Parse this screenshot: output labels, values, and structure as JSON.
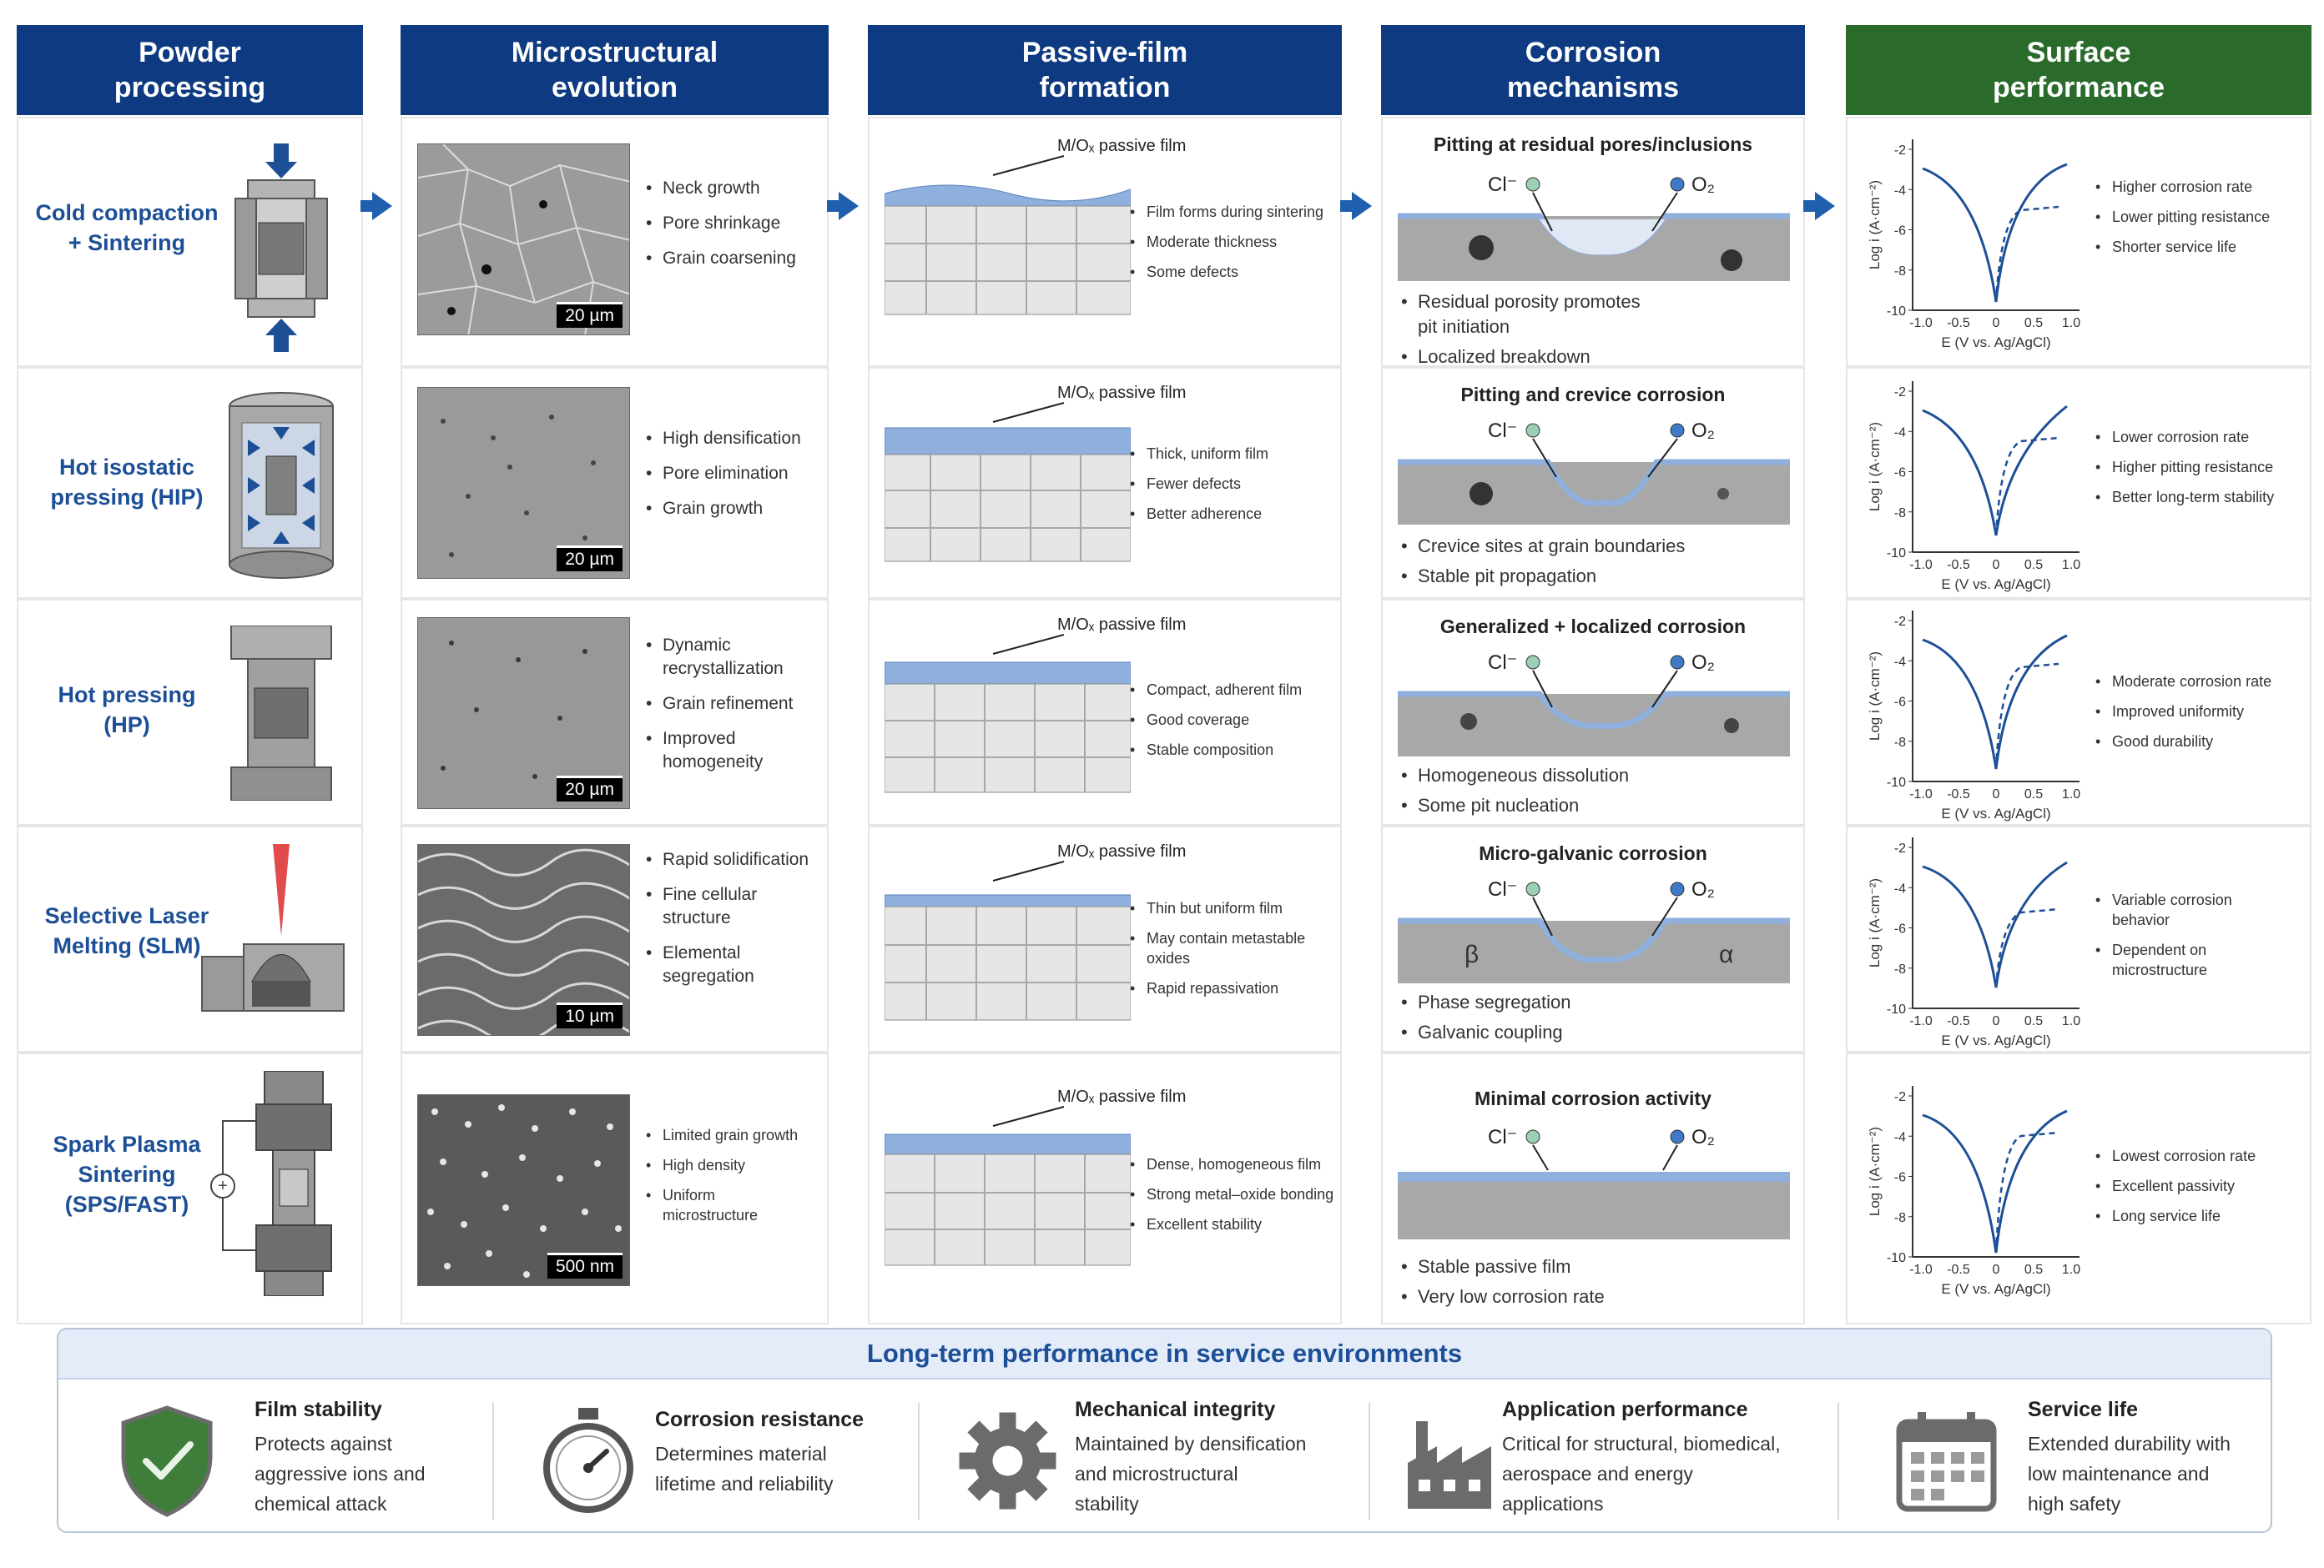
{
  "headers": {
    "powder": "Powder\nprocessing",
    "micro": "Microstructural\nevolution",
    "passive": "Passive-film\nformation",
    "corrosion": "Corrosion\nmechanisms",
    "surface": "Surface\nperformance"
  },
  "processes": [
    {
      "label": "Cold compaction\n+ Sintering"
    },
    {
      "label": "Hot isostatic\npressing (HIP)"
    },
    {
      "label": "Hot pressing\n(HP)"
    },
    {
      "label": "Selective Laser\nMelting (SLM)"
    },
    {
      "label": "Spark Plasma\nSintering\n(SPS/FAST)"
    }
  ],
  "microstructure": [
    {
      "scale": "20 µm",
      "bullets": [
        "Neck growth",
        "Pore shrinkage",
        "Grain coarsening"
      ]
    },
    {
      "scale": "20 µm",
      "bullets": [
        "High densification",
        "Pore elimination",
        "Grain growth"
      ]
    },
    {
      "scale": "20 µm",
      "bullets": [
        "Dynamic\nrecrystallization",
        "Grain refinement",
        "Improved\nhomogeneity"
      ]
    },
    {
      "scale": "10 µm",
      "bullets": [
        "Rapid solidification",
        "Fine cellular\nstructure",
        "Elemental\nsegregation"
      ]
    },
    {
      "scale": "500 nm",
      "bullets": [
        "Limited grain growth",
        "High density",
        "Uniform\nmicrostructure"
      ]
    }
  ],
  "film_label": "M/Oₓ passive film",
  "passive": [
    {
      "bullets": [
        "Film forms during sintering",
        "Moderate thickness",
        "Some defects"
      ]
    },
    {
      "bullets": [
        "Thick, uniform film",
        "Fewer defects",
        "Better adherence"
      ]
    },
    {
      "bullets": [
        "Compact, adherent film",
        "Good coverage",
        "Stable composition"
      ]
    },
    {
      "bullets": [
        "Thin but uniform film",
        "May contain metastable oxides",
        "Rapid repassivation"
      ]
    },
    {
      "bullets": [
        "Dense, homogeneous film",
        "Strong metal–oxide bonding",
        "Excellent stability"
      ]
    }
  ],
  "ion_cl": "Cl⁻",
  "ion_o2": "O₂",
  "corrosion": [
    {
      "title": "Pitting at residual pores/inclusions",
      "bullets": [
        "Residual porosity promotes\npit initiation",
        "Localized breakdown"
      ]
    },
    {
      "title": "Pitting and crevice corrosion",
      "bullets": [
        "Crevice sites at grain boundaries",
        "Stable pit propagation"
      ]
    },
    {
      "title": "Generalized + localized corrosion",
      "bullets": [
        "Homogeneous dissolution",
        "Some pit nucleation"
      ]
    },
    {
      "title": "Micro-galvanic corrosion",
      "beta": "β",
      "alpha": "α",
      "bullets": [
        "Phase segregation",
        "Galvanic coupling"
      ]
    },
    {
      "title": "Minimal corrosion activity",
      "bullets": [
        "Stable passive film",
        "Very low corrosion rate"
      ]
    }
  ],
  "plot": {
    "ylabel": "Log i (A·cm⁻²)",
    "xlabel": "E (V vs. Ag/AgCl)",
    "yticks": [
      "-2",
      "-4",
      "-6",
      "-8",
      "-10"
    ],
    "xticks": [
      "-1.0",
      "-0.5",
      "0",
      "0.5",
      "1.0"
    ]
  },
  "surface": [
    {
      "bullets": [
        "Higher corrosion rate",
        "Lower pitting resistance",
        "Shorter service life"
      ]
    },
    {
      "bullets": [
        "Lower corrosion rate",
        "Higher pitting resistance",
        "Better long-term stability"
      ]
    },
    {
      "bullets": [
        "Moderate corrosion rate",
        "Improved uniformity",
        "Good durability"
      ]
    },
    {
      "bullets": [
        "Variable corrosion\nbehavior",
        "Dependent on\nmicrostructure"
      ]
    },
    {
      "bullets": [
        "Lowest corrosion rate",
        "Excellent passivity",
        "Long service life"
      ]
    }
  ],
  "footer": {
    "title": "Long-term performance in service environments",
    "items": [
      {
        "title": "Film stability",
        "text": "Protects against\naggressive ions and\nchemical attack",
        "icon": "shield-check-icon"
      },
      {
        "title": "Corrosion resistance",
        "text": "Determines material\nlifetime and reliability",
        "icon": "stopwatch-icon"
      },
      {
        "title": "Mechanical integrity",
        "text": "Maintained by densification\nand microstructural\nstability",
        "icon": "gear-icon"
      },
      {
        "title": "Application performance",
        "text": "Critical for structural, biomedical,\naerospace and energy\napplications",
        "icon": "factory-icon"
      },
      {
        "title": "Service life",
        "text": "Extended durability with\nlow maintenance and\nhigh safety",
        "icon": "calendar-icon"
      }
    ]
  },
  "colors": {
    "header_blue": "#0d3a80",
    "header_green": "#2a6b2c",
    "accent_blue": "#1f5fae",
    "film_blue": "#8fb0dc"
  }
}
